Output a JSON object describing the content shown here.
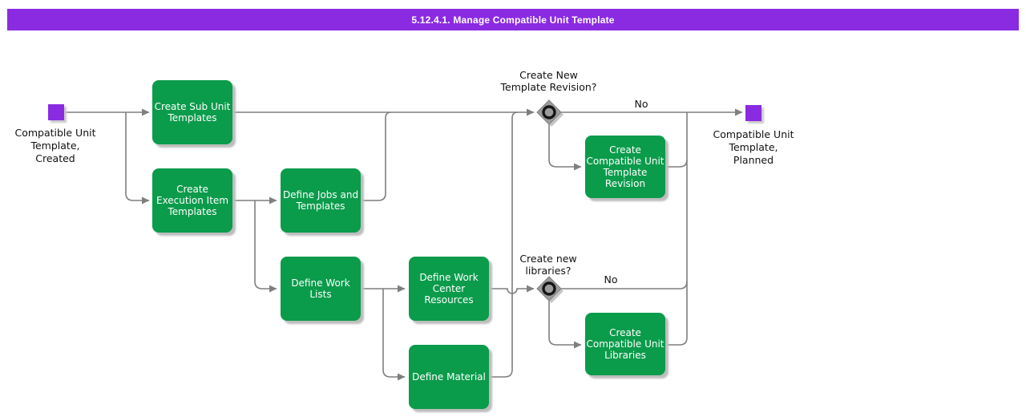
{
  "header": {
    "title": "5.12.4.1. Manage Compatible Unit Template"
  },
  "colors": {
    "header_bg": "#8A2BE2",
    "activity_green": "#0A9B4B",
    "state_node_purple": "#8A2BE2",
    "connector_gray": "#7F7F7F",
    "decision_gray": "#9C9C9C",
    "label_text": "#111111",
    "activity_text": "#ffffff"
  },
  "start_node": {
    "label": "Compatible Unit\nTemplate,\nCreated"
  },
  "end_node": {
    "label": "Compatible Unit\nTemplate,\nPlanned"
  },
  "activities": [
    {
      "id": "create-sub-unit-templates",
      "label": "Create Sub Unit\nTemplates"
    },
    {
      "id": "create-execution-item-templates",
      "label": "Create\nExecution Item\nTemplates"
    },
    {
      "id": "define-jobs-and-templates",
      "label": "Define Jobs and\nTemplates"
    },
    {
      "id": "define-work-lists",
      "label": "Define Work\nLists"
    },
    {
      "id": "define-work-center-resources",
      "label": "Define Work\nCenter\nResources"
    },
    {
      "id": "define-material",
      "label": "Define Material"
    },
    {
      "id": "create-compatible-unit-template-revision",
      "label": "Create\nCompatible Unit\nTemplate\nRevision"
    },
    {
      "id": "create-compatible-unit-libraries",
      "label": "Create\nCompatible Unit\nLibraries"
    }
  ],
  "decisions": [
    {
      "id": "create-new-template-revision",
      "question": "Create New\nTemplate Revision?",
      "no_label": "No"
    },
    {
      "id": "create-new-libraries",
      "question": "Create new\nlibraries?",
      "no_label": "No"
    }
  ]
}
